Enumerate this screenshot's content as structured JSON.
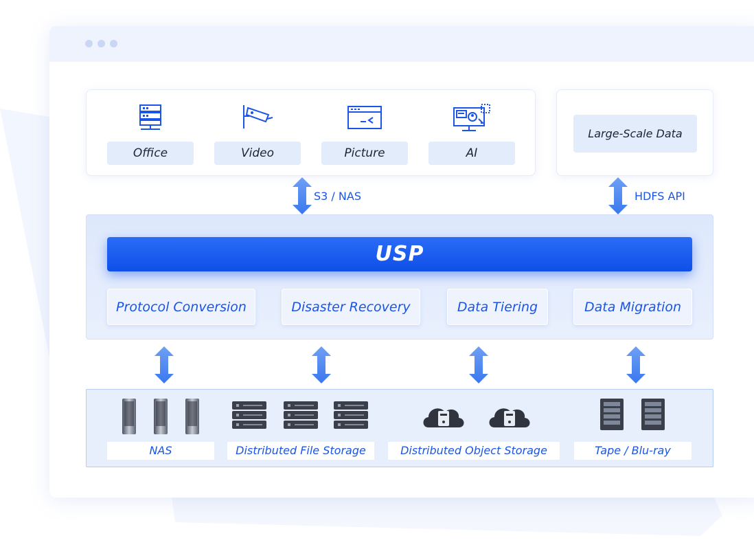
{
  "applications": [
    {
      "label": "Office",
      "icon": "server-rack-icon"
    },
    {
      "label": "Video",
      "icon": "surveillance-camera-icon"
    },
    {
      "label": "Picture",
      "icon": "terminal-window-icon"
    },
    {
      "label": "AI",
      "icon": "monitor-ai-icon"
    }
  ],
  "large_scale": {
    "label": "Large-Scale Data"
  },
  "connectors": {
    "s3_nas": "S3 / NAS",
    "hdfs_api": "HDFS API"
  },
  "usp": {
    "title": "USP",
    "features": [
      "Protocol Conversion",
      "Disaster Recovery",
      "Data Tiering",
      "Data Migration"
    ]
  },
  "storage": [
    {
      "label": "NAS",
      "icon": "tower-server-icon"
    },
    {
      "label": "Distributed File Storage",
      "icon": "rack-server-icon"
    },
    {
      "label": "Distributed Object Storage",
      "icon": "cloud-server-icon"
    },
    {
      "label": "Tape / Blu-ray",
      "icon": "tape-library-icon"
    }
  ],
  "colors": {
    "accent": "#1a55e6",
    "usp_bar": "#1450ea",
    "panel": "#e3ecfb",
    "arrow": "#4d8cf2"
  }
}
